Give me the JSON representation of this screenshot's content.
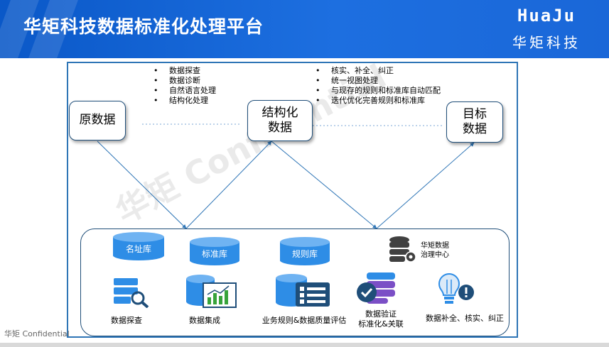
{
  "header": {
    "title": "华矩科技数据标准化处理平台",
    "logo_text": "HuaJu",
    "logo_cn": "华矩科技"
  },
  "boxes": {
    "raw": "原数据",
    "structured": "结构化\n数据",
    "target": "目标\n数据"
  },
  "bullets_left": [
    "数据探查",
    "数据诊断",
    "自然语言处理",
    "结构化处理"
  ],
  "bullets_right": [
    "核实、补全、纠正",
    "统一视图处理",
    "与现存的规则和标准库自动匹配",
    "迭代优化完善规则和标准库"
  ],
  "cylinders": {
    "address": "名址库",
    "standard": "标准库",
    "rules": "规则库"
  },
  "governance": "华矩数据\n治理中心",
  "captions": {
    "explore": "数据探查",
    "integrate": "数据集成",
    "quality": "业务规则&数据质量评估",
    "verify": "数据验证\n标准化&关联",
    "complete": "数据补全、核实、纠正"
  },
  "watermark": "华矩 Confidential",
  "confidential": "华矩 Confidential",
  "colors": {
    "header": "#1565d8",
    "cylinder": "#2e8de6",
    "frame": "#2e75b6"
  }
}
